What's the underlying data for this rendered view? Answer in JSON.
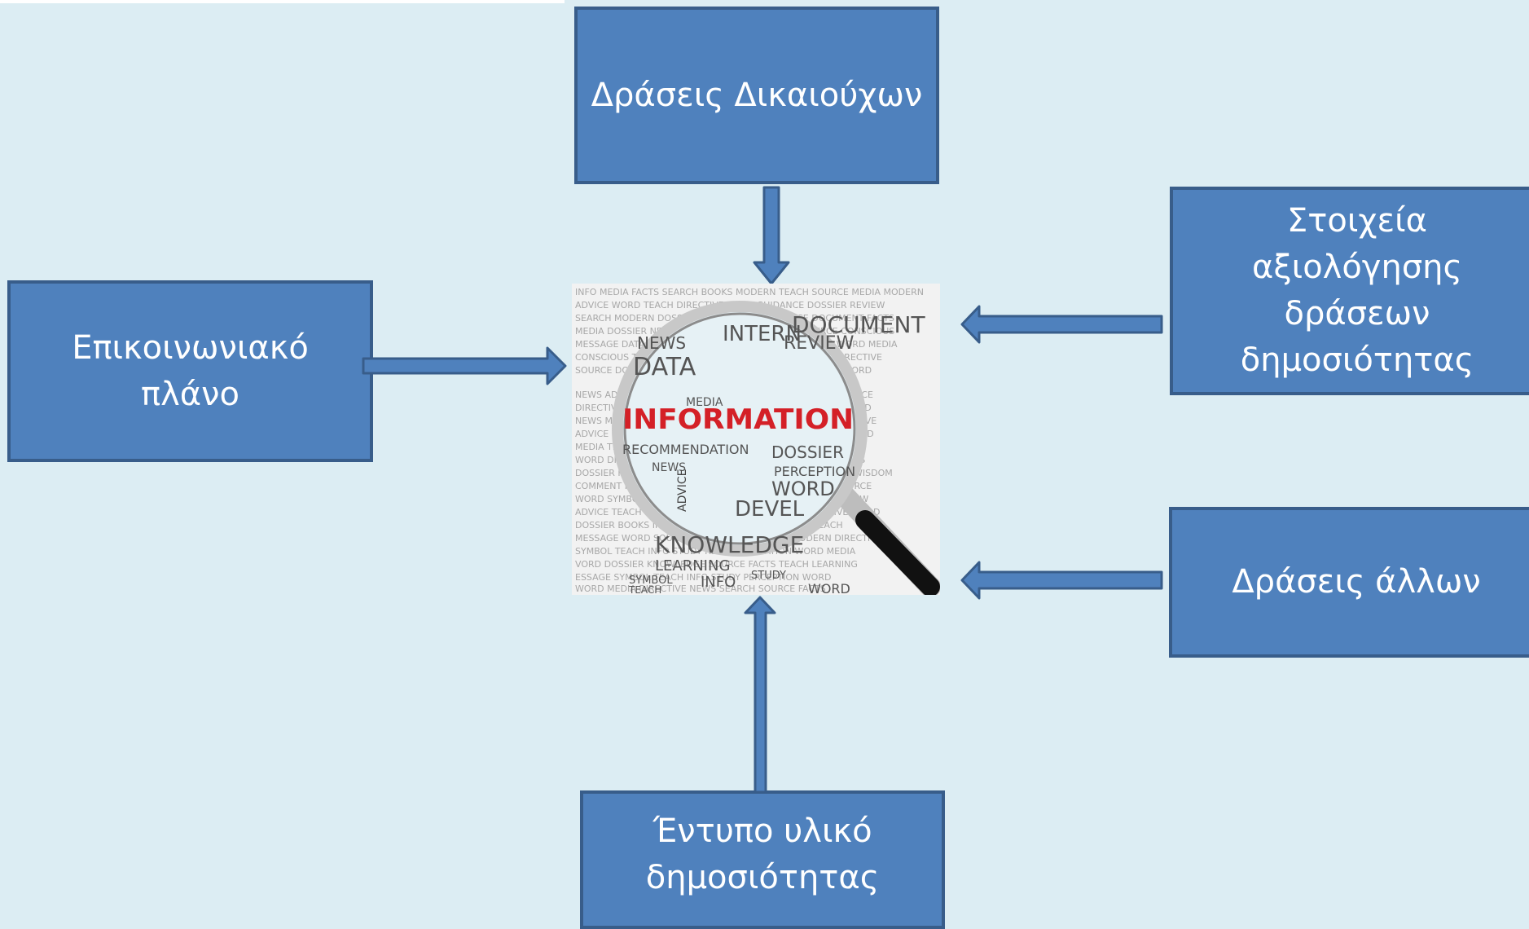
{
  "diagram": {
    "nodes": {
      "top": "Δράσεις Δικαιούχων",
      "left": "Επικοινωνιακό\nπλάνο",
      "right_upper": "Στοιχεία\nαξιολόγησης\nδράσεων\nδημοσιότητας",
      "right_lower": "Δράσεις  άλλων",
      "bottom": "Έντυπο υλικό\nδημοσιότητας"
    },
    "center_image": {
      "caption": "INFORMATION",
      "icon": "magnifying-glass-icon",
      "words_top": [
        "BOOKS",
        "MODERN",
        "SEARCH",
        "NEWS",
        "DATA",
        "INTERN",
        "WORD",
        "REVIEW",
        "DOCUMENT",
        "MEDIA"
      ],
      "words_bottom": [
        "RECOMMENDATION",
        "NEWS",
        "ADVICE",
        "DOSSIER",
        "PERCEPTION",
        "WORD",
        "DEVEL",
        "KNOWLEDGE",
        "LEARNING",
        "INFO",
        "STUDY",
        "SYMBOL",
        "TEACH",
        "WORD"
      ]
    },
    "colors": {
      "background": "#dcedf3",
      "box_fill": "#4f81bd",
      "box_border": "#385d8a",
      "caption_red": "#d42027"
    }
  }
}
